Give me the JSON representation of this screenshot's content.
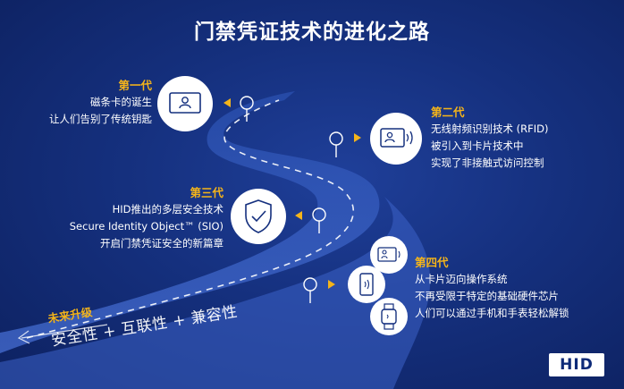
{
  "title": "门禁凭证技术的进化之路",
  "generations": [
    {
      "label": "第一代",
      "lines": [
        "磁条卡的诞生",
        "让人们告别了传统钥匙"
      ]
    },
    {
      "label": "第二代",
      "lines": [
        "无线射频识别技术 (RFID)",
        "被引入到卡片技术中",
        "实现了非接触式访问控制"
      ]
    },
    {
      "label": "第三代",
      "lines": [
        "HID推出的多层安全技术",
        "Secure Identity Object™ (SIO)",
        "开启门禁凭证安全的新篇章"
      ]
    },
    {
      "label": "第四代",
      "lines": [
        "从卡片迈向操作系统",
        "不再受限于特定的基础硬件芯片",
        "人们可以通过手机和手表轻松解锁"
      ]
    }
  ],
  "future": {
    "label": "未来升级",
    "slogan": "安全性 + 互联性 + 兼容性"
  },
  "logo": "HID",
  "icons": [
    "magstripe-card-icon",
    "rfid-card-icon",
    "shield-check-icon",
    "contactless-card-icon",
    "smartphone-icon",
    "smartwatch-icon"
  ],
  "colors": {
    "background": "#15307e",
    "accent": "#f4b41a",
    "text": "#ffffff"
  }
}
